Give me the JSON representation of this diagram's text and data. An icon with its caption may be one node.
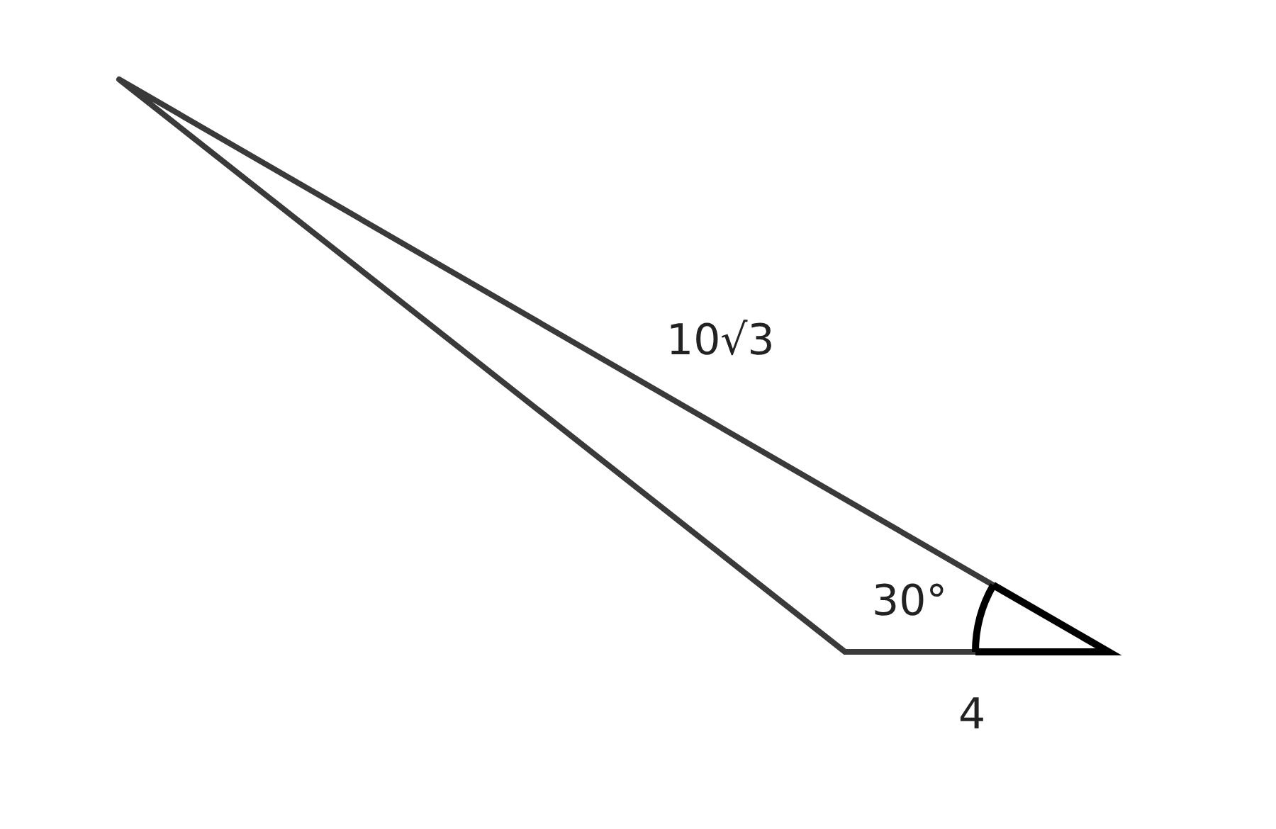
{
  "diagram": {
    "labels": [
      "10√3",
      "30°",
      "4"
    ]
  }
}
